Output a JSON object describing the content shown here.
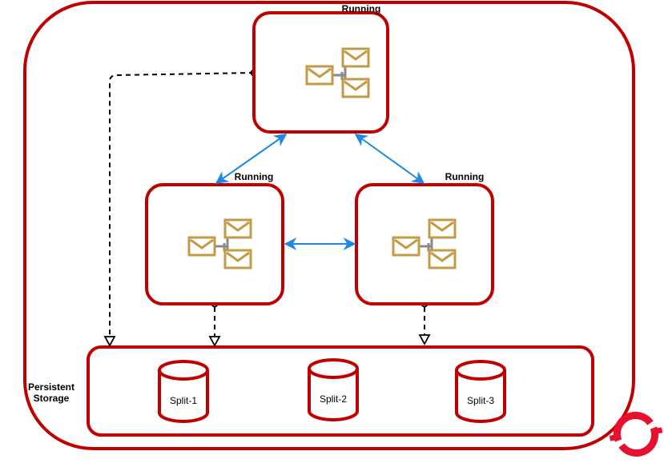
{
  "diagram": {
    "title": "",
    "colors": {
      "frame": "#C00000",
      "arrow": "#1E88E5",
      "envelope": "#C49A45",
      "connector": "#8A8A8A",
      "dashed": "#000000",
      "logo": "#E8112D"
    },
    "nodes": [
      {
        "id": "node-top",
        "status": "Running",
        "icon": "message-broker-icon"
      },
      {
        "id": "node-left",
        "status": "Running",
        "icon": "message-broker-icon"
      },
      {
        "id": "node-right",
        "status": "Running",
        "icon": "message-broker-icon"
      }
    ],
    "storage": {
      "label_line1": "Persistent",
      "label_line2": "Storage",
      "volumes": [
        {
          "label": "Split-1"
        },
        {
          "label": "Split-2"
        },
        {
          "label": "Split-3"
        }
      ]
    },
    "edges": [
      {
        "from": "node-top",
        "to": "node-left",
        "style": "bidirectional-solid"
      },
      {
        "from": "node-top",
        "to": "node-right",
        "style": "bidirectional-solid"
      },
      {
        "from": "node-left",
        "to": "node-right",
        "style": "bidirectional-solid"
      },
      {
        "from": "node-top",
        "to": "storage",
        "style": "dashed-open-arrow"
      },
      {
        "from": "node-left",
        "to": "storage",
        "style": "dashed-open-arrow"
      },
      {
        "from": "node-right",
        "to": "storage",
        "style": "dashed-open-arrow"
      }
    ],
    "logo": "openshift-logo-icon"
  }
}
